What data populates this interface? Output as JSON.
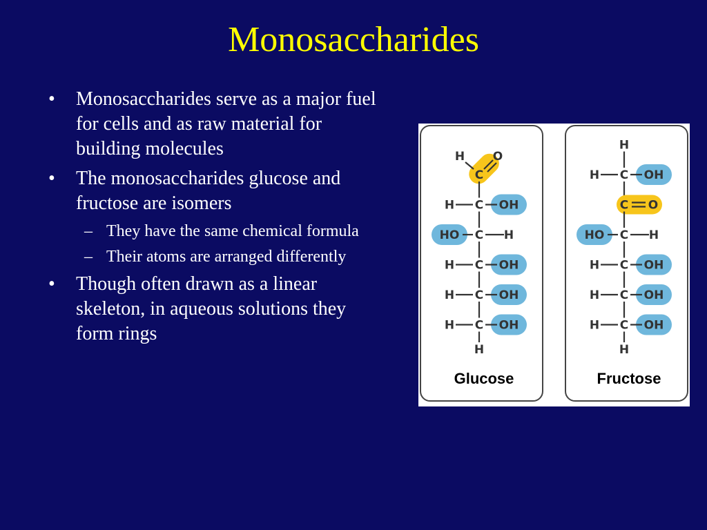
{
  "title": "Monosaccharides",
  "bullets": [
    {
      "text": "Monosaccharides serve as a major fuel for cells and as raw material for building molecules"
    },
    {
      "text": "The monosaccharides glucose and fructose are isomers",
      "sub": [
        "They have the same chemical formula",
        "Their atoms are arranged differently"
      ]
    },
    {
      "text": "Though often drawn as a linear skeleton, in aqueous solutions they form rings"
    }
  ],
  "bullet_glyph": "•",
  "dash_glyph": "–",
  "figure": {
    "colors": {
      "hydroxyl": "#6fb7dc",
      "carbonyl": "#f7c51b",
      "ink": "#333333",
      "panel_border": "#444444"
    },
    "glucose": {
      "label": "Glucose",
      "rows": [
        {
          "left": "H",
          "center": "C",
          "right": "O",
          "type": "aldehyde"
        },
        {
          "left": "H",
          "center": "C",
          "right": "OH",
          "type": "hydroxyl-right"
        },
        {
          "left": "HO",
          "center": "C",
          "right": "H",
          "type": "hydroxyl-left"
        },
        {
          "left": "H",
          "center": "C",
          "right": "OH",
          "type": "hydroxyl-right"
        },
        {
          "left": "H",
          "center": "C",
          "right": "OH",
          "type": "hydroxyl-right"
        },
        {
          "left": "H",
          "center": "C",
          "right": "OH",
          "type": "hydroxyl-right"
        }
      ],
      "bottom": "H"
    },
    "fructose": {
      "label": "Fructose",
      "top": "H",
      "rows": [
        {
          "left": "H",
          "center": "C",
          "right": "OH",
          "type": "hydroxyl-right"
        },
        {
          "left": "",
          "center": "C",
          "right": "O",
          "type": "ketone"
        },
        {
          "left": "HO",
          "center": "C",
          "right": "H",
          "type": "hydroxyl-left"
        },
        {
          "left": "H",
          "center": "C",
          "right": "OH",
          "type": "hydroxyl-right"
        },
        {
          "left": "H",
          "center": "C",
          "right": "OH",
          "type": "hydroxyl-right"
        },
        {
          "left": "H",
          "center": "C",
          "right": "OH",
          "type": "hydroxyl-right"
        }
      ],
      "bottom": "H"
    }
  }
}
